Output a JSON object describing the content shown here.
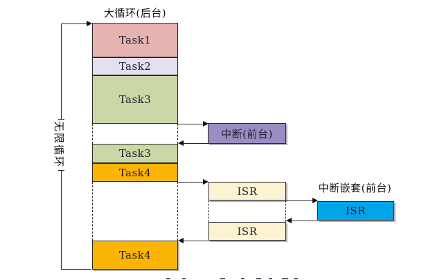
{
  "diagram": {
    "title": "大循环(后台)",
    "infinite_loop_label": "无限循环",
    "background_tasks": [
      {
        "label": "Task1"
      },
      {
        "label": "Task2"
      },
      {
        "label": "Task3"
      },
      {
        "label": "Task3"
      },
      {
        "label": "Task4"
      },
      {
        "label": "Task4"
      }
    ],
    "interrupt_label": "中断(前台)",
    "nested_interrupt_label": "中断嵌套(前台)",
    "isr_labels": [
      "ISR",
      "ISR",
      "ISR"
    ],
    "colors": {
      "task1": "#e5b4b1",
      "task2": "#e3e0ef",
      "task3": "#c9d8a6",
      "task4": "#fcb505",
      "interrupt": "#9a8dc2",
      "isr": "#fdf3d2",
      "isr_nested": "#00a5e9"
    }
  }
}
